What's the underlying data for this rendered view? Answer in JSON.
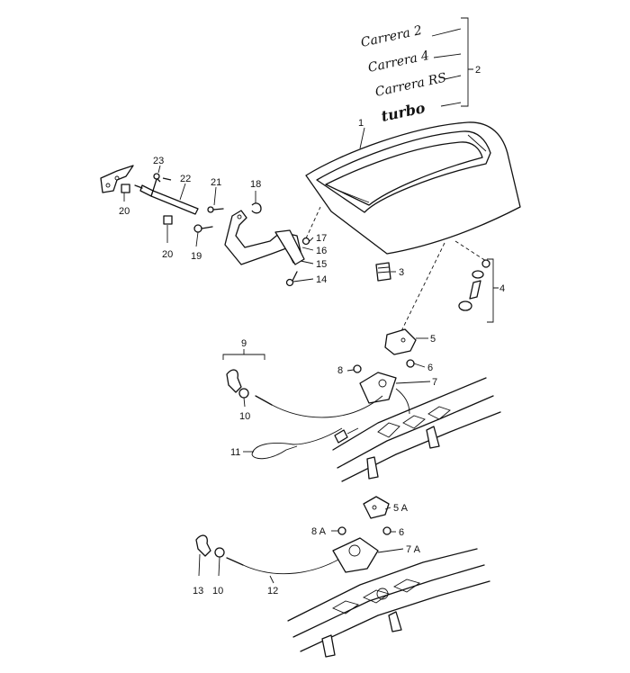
{
  "badges": [
    "Carrera 2",
    "Carrera 4",
    "Carrera RS",
    "turbo"
  ],
  "labels": {
    "n1": "1",
    "n2": "2",
    "n3": "3",
    "n4": "4",
    "n5": "5",
    "n5a": "5 A",
    "n6": "6",
    "n6b": "6",
    "n7": "7",
    "n7a": "7 A",
    "n8": "8",
    "n8a": "8 A",
    "n9": "9",
    "n10": "10",
    "n10b": "10",
    "n11": "11",
    "n12": "12",
    "n13": "13",
    "n14": "14",
    "n15": "15",
    "n16": "16",
    "n17": "17",
    "n18": "18",
    "n19": "19",
    "n20": "20",
    "n20b": "20",
    "n21": "21",
    "n22": "22",
    "n23": "23"
  }
}
